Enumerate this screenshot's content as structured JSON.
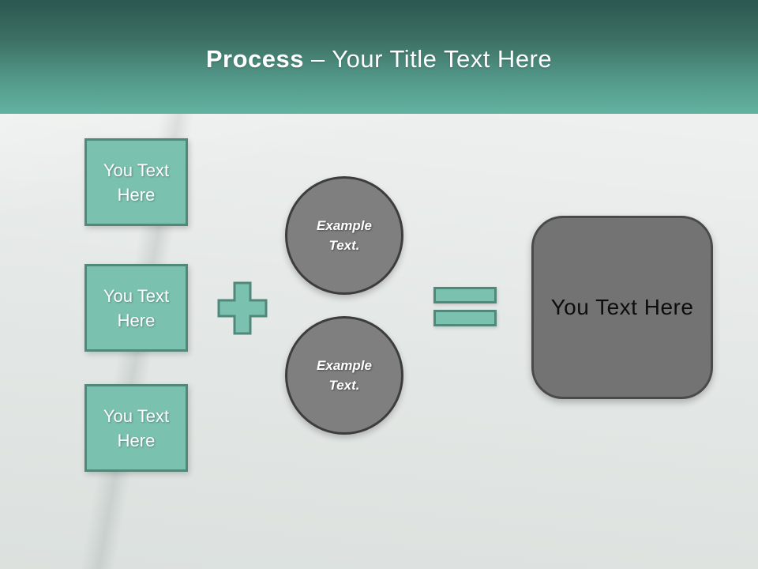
{
  "header": {
    "title_bold": "Process",
    "title_rest": "– Your Title Text Here"
  },
  "diagram": {
    "input_boxes": [
      {
        "label": "You Text Here"
      },
      {
        "label": "You Text Here"
      },
      {
        "label": "You Text Here"
      }
    ],
    "operators": {
      "plus_icon": "plus",
      "equals_icon": "equals"
    },
    "circles": [
      {
        "label": "Example Text."
      },
      {
        "label": "Example Text."
      }
    ],
    "result_box": {
      "label": "You Text Here"
    }
  },
  "colors": {
    "header_gradient_top": "#2B5850",
    "header_gradient_bottom": "#63B2A0",
    "teal_fill": "#7BC1B0",
    "teal_border": "#50887A",
    "circle_fill": "#7F7F7F",
    "circle_border": "#3D3D3D",
    "result_fill": "#737373",
    "result_border": "#4A4A4A",
    "background": "#E4E8E6",
    "title_text": "#FFFFFF"
  }
}
